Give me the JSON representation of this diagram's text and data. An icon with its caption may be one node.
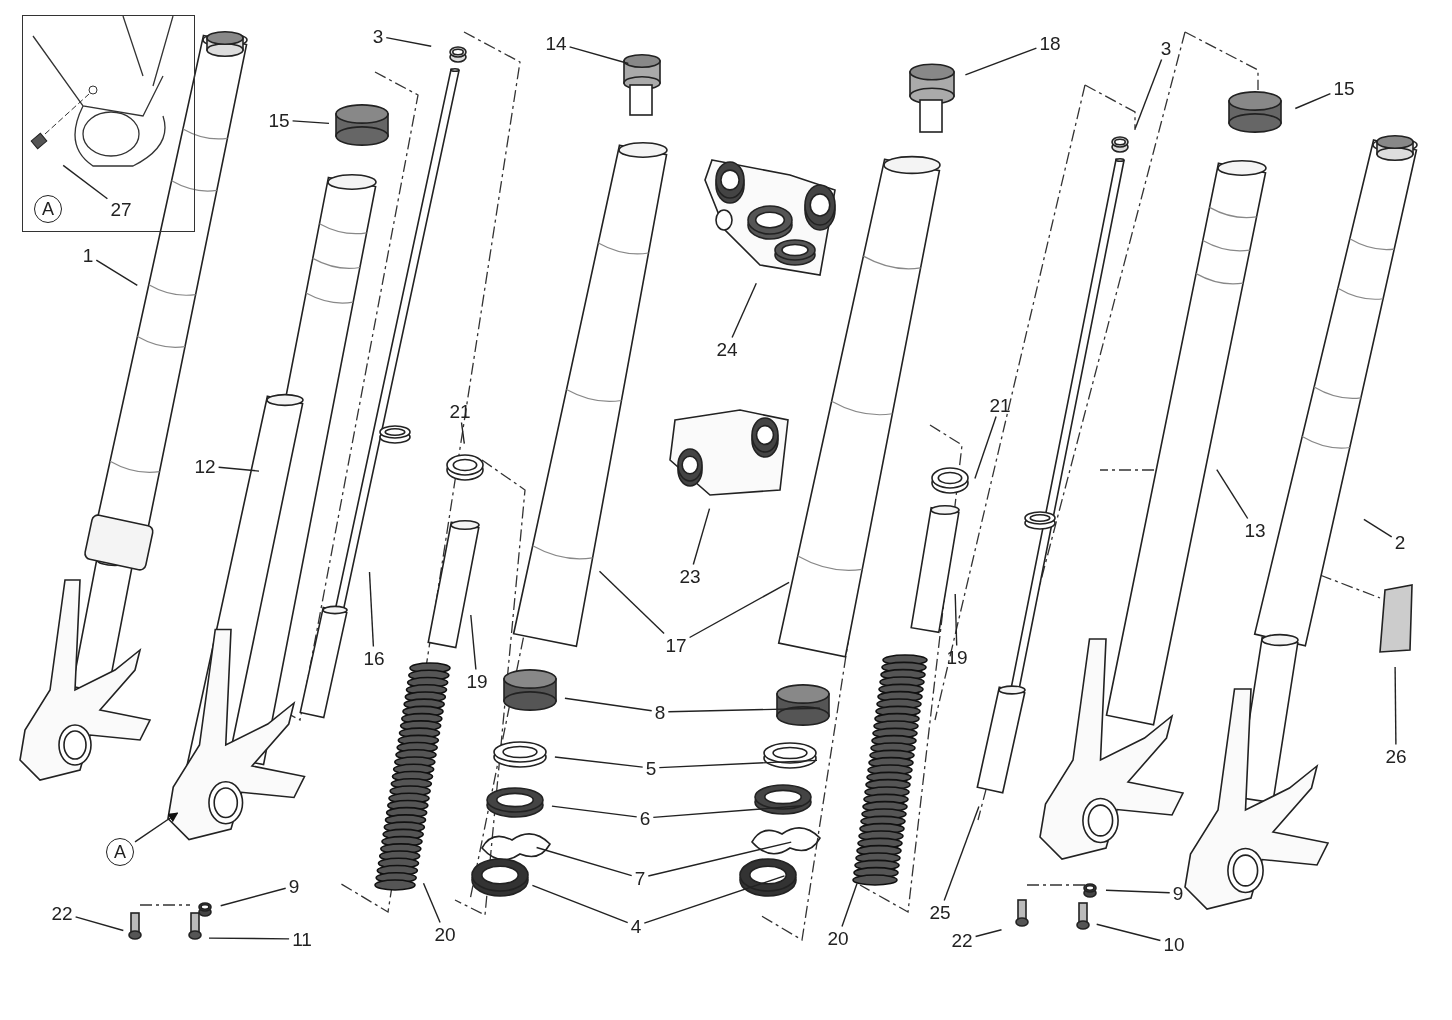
{
  "diagram": {
    "nodes": [
      {
        "text": [],
        "shape": "box"
      },
      {
        "text": [
          "A"
        ],
        "in": 0
      },
      {
        "text": [
          "27"
        ],
        "in": 0
      },
      {
        "text": [
          "1"
        ]
      },
      {
        "text": [
          "3"
        ]
      },
      {
        "text": [
          "14"
        ]
      },
      {
        "text": [
          "18"
        ]
      },
      {
        "text": [
          "3"
        ]
      },
      {
        "text": [
          "15"
        ]
      },
      {
        "text": [
          "15"
        ]
      },
      {
        "text": [
          "24"
        ]
      },
      {
        "text": [
          "12"
        ]
      },
      {
        "text": [
          "21"
        ]
      },
      {
        "text": [
          "21"
        ]
      },
      {
        "text": [
          "23"
        ]
      },
      {
        "text": [
          "13"
        ]
      },
      {
        "text": [
          "2"
        ]
      },
      {
        "text": [
          "17"
        ]
      },
      {
        "text": [
          "16"
        ]
      },
      {
        "text": [
          "19"
        ]
      },
      {
        "text": [
          "19"
        ]
      },
      {
        "text": [
          "8"
        ]
      },
      {
        "text": [
          "5"
        ]
      },
      {
        "text": [
          "6"
        ]
      },
      {
        "text": [
          "7"
        ]
      },
      {
        "text": [
          "4"
        ]
      },
      {
        "text": [
          "26"
        ]
      },
      {
        "text": [
          "A"
        ]
      },
      {
        "text": [
          "9"
        ]
      },
      {
        "text": [
          "9"
        ]
      },
      {
        "text": [
          "22"
        ]
      },
      {
        "text": [
          "22"
        ]
      },
      {
        "text": [
          "11"
        ]
      },
      {
        "text": [
          "10"
        ]
      },
      {
        "text": [
          "20"
        ]
      },
      {
        "text": [
          "20"
        ]
      },
      {
        "text": [
          "25"
        ]
      }
    ],
    "edges": [
      {
        "from": 2,
        "to": null,
        "arrow": "none"
      },
      {
        "from": 3,
        "to": null,
        "arrow": "none"
      },
      {
        "from": 4,
        "to": null,
        "arrow": "none"
      },
      {
        "from": 5,
        "to": null,
        "arrow": "none"
      },
      {
        "from": 6,
        "to": null,
        "arrow": "none"
      },
      {
        "from": 7,
        "to": null,
        "arrow": "none"
      },
      {
        "from": 8,
        "to": null,
        "arrow": "none"
      },
      {
        "from": 9,
        "to": null,
        "arrow": "none"
      },
      {
        "from": 10,
        "to": null,
        "arrow": "none"
      },
      {
        "from": 11,
        "to": null,
        "arrow": "none"
      },
      {
        "from": 12,
        "to": null,
        "arrow": "none"
      },
      {
        "from": 13,
        "to": null,
        "arrow": "none"
      },
      {
        "from": 14,
        "to": null,
        "arrow": "none"
      },
      {
        "from": 15,
        "to": null,
        "arrow": "none"
      },
      {
        "from": 16,
        "to": null,
        "arrow": "none"
      },
      {
        "from": 17,
        "to": null,
        "arrow": "none"
      },
      {
        "from": 17,
        "to": null,
        "arrow": "none"
      },
      {
        "from": 18,
        "to": null,
        "arrow": "none"
      },
      {
        "from": 19,
        "to": null,
        "arrow": "none"
      },
      {
        "from": 20,
        "to": null,
        "arrow": "none"
      },
      {
        "from": 21,
        "to": null,
        "arrow": "none"
      },
      {
        "from": 21,
        "to": null,
        "arrow": "none"
      },
      {
        "from": 22,
        "to": null,
        "arrow": "none"
      },
      {
        "from": 22,
        "to": null,
        "arrow": "none"
      },
      {
        "from": 23,
        "to": null,
        "arrow": "none"
      },
      {
        "from": 23,
        "to": null,
        "arrow": "none"
      },
      {
        "from": 24,
        "to": null,
        "arrow": "none"
      },
      {
        "from": 24,
        "to": null,
        "arrow": "none"
      },
      {
        "from": 25,
        "to": null,
        "arrow": "none"
      },
      {
        "from": 25,
        "to": null,
        "arrow": "none"
      },
      {
        "from": 26,
        "to": null,
        "arrow": "none"
      },
      {
        "from": 27,
        "to": null,
        "arrow": "to"
      },
      {
        "from": 28,
        "to": null,
        "arrow": "none"
      },
      {
        "from": 29,
        "to": null,
        "arrow": "none"
      },
      {
        "from": 30,
        "to": null,
        "arrow": "none"
      },
      {
        "from": 31,
        "to": null,
        "arrow": "none"
      },
      {
        "from": 32,
        "to": null,
        "arrow": "none"
      },
      {
        "from": 33,
        "to": null,
        "arrow": "none"
      },
      {
        "from": 34,
        "to": null,
        "arrow": "none"
      },
      {
        "from": 35,
        "to": null,
        "arrow": "none"
      },
      {
        "from": 36,
        "to": null,
        "arrow": "none"
      }
    ]
  }
}
